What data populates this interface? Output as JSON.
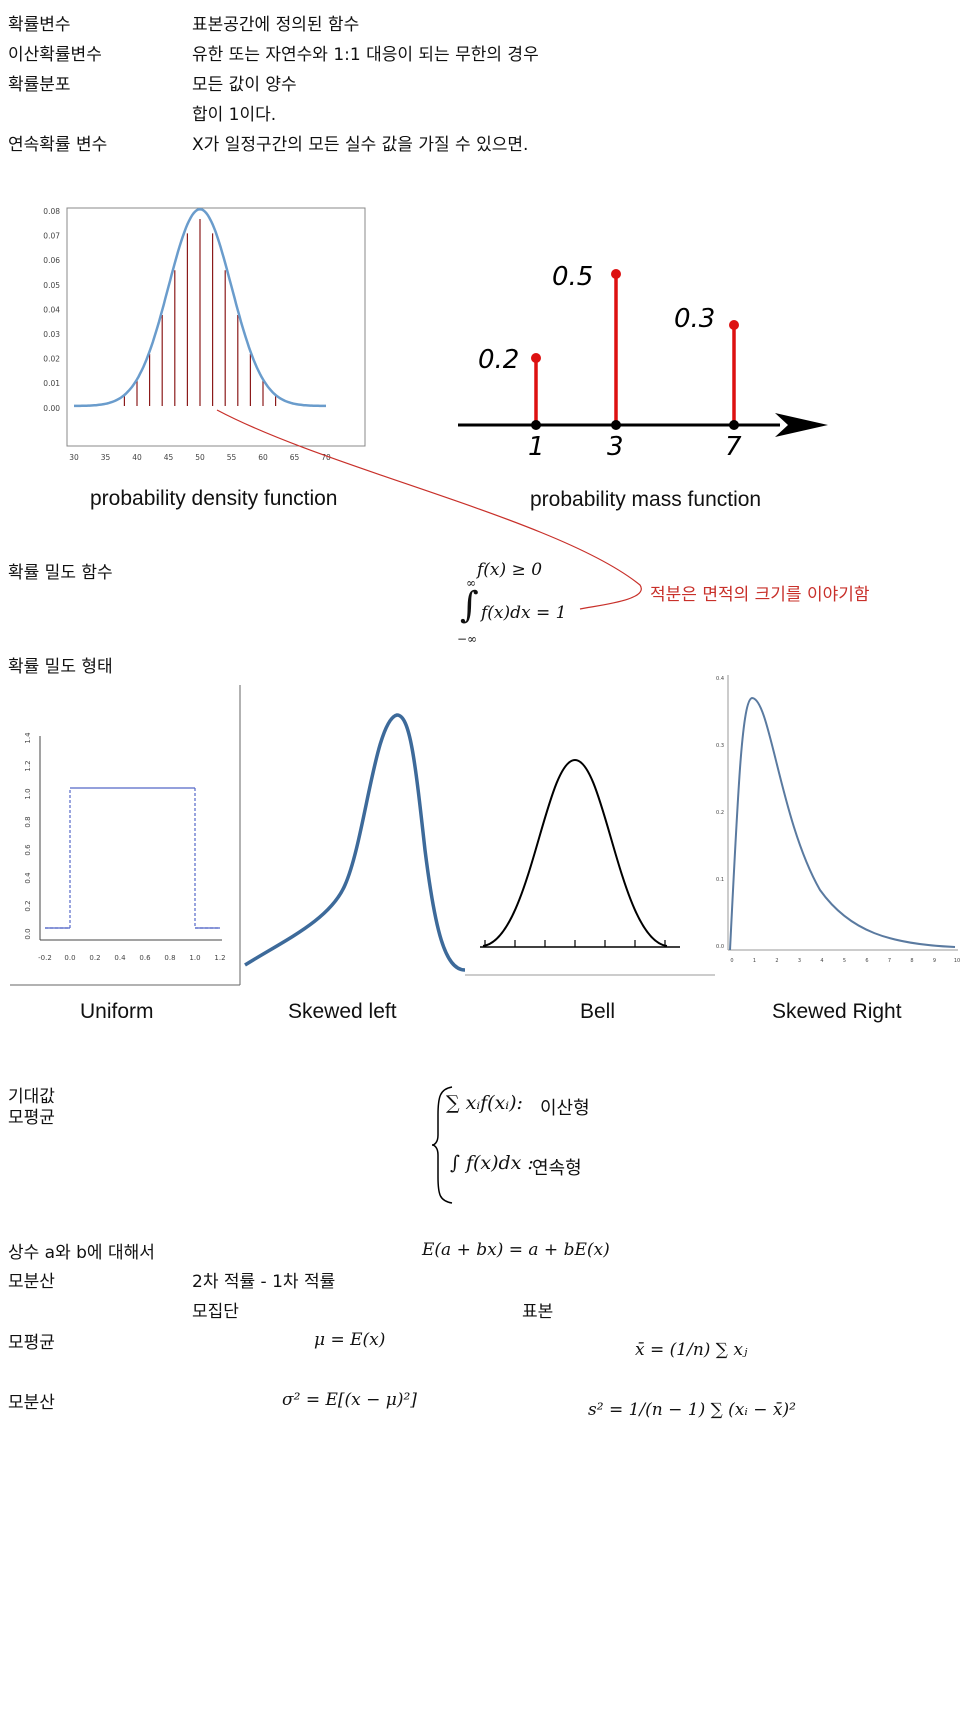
{
  "definitions": [
    {
      "term": "확률변수",
      "desc": "표본공간에 정의된 함수"
    },
    {
      "term": "이산확률변수",
      "desc": "유한 또는 자연수와 1:1 대응이 되는 무한의 경우"
    },
    {
      "term": "확률분포",
      "desc": "모든 값이 양수"
    },
    {
      "term": "",
      "desc": "합이 1이다."
    },
    {
      "term": "연속확률 변수",
      "desc": "X가 일정구간의 모든 실수 값을 가질 수 있으면."
    }
  ],
  "pdf_figure": {
    "caption": "probability density function",
    "y_ticks": [
      "0.08",
      "0.07",
      "0.06",
      "0.05",
      "0.04",
      "0.03",
      "0.02",
      "0.01",
      "0.00"
    ],
    "x_ticks": [
      "30",
      "35",
      "40",
      "45",
      "50",
      "55",
      "60",
      "65",
      "70"
    ]
  },
  "pmf_figure": {
    "caption": "probability mass function",
    "points": [
      {
        "x": "1",
        "p": "0.2"
      },
      {
        "x": "3",
        "p": "0.5"
      },
      {
        "x": "7",
        "p": "0.3"
      }
    ]
  },
  "density_section": {
    "label": "확률 밀도 함수",
    "cond1": "f(x) ≥ 0",
    "integral_upper": "∞",
    "integral_lower": "−∞",
    "cond2": "f(x)dx = 1",
    "annotation": "적분은 면적의 크기를 이야기함"
  },
  "shapes_section": {
    "label": "확률 밀도 형태",
    "captions": [
      "Uniform",
      "Skewed left",
      "Bell",
      "Skewed Right"
    ],
    "uniform_y_ticks": [
      "1.4",
      "1.2",
      "1.0",
      "0.8",
      "0.6",
      "0.4",
      "0.2",
      "0.0"
    ],
    "uniform_x_ticks": [
      "-0.2",
      "0.0",
      "0.2",
      "0.4",
      "0.6",
      "0.8",
      "1.0",
      "1.2"
    ],
    "skewed_right_y_ticks": [
      "0.4",
      "0.3",
      "0.2",
      "0.1",
      "0.0"
    ],
    "skewed_right_x_ticks": [
      "0",
      "1",
      "2",
      "3",
      "4",
      "5",
      "6",
      "7",
      "8",
      "9",
      "10"
    ]
  },
  "expectation": {
    "label1": "기대값",
    "label2": "모평균",
    "discrete": "∑ xᵢf(xᵢ):",
    "discrete_label": "이산형",
    "continuous": "∫ f(x)dx :",
    "continuous_label": "연속형"
  },
  "constants": {
    "label": "상수 a와 b에 대해서",
    "formula": "E(a + bx) = a + bE(x)"
  },
  "variance_note": {
    "label": "모분산",
    "desc": "2차 적률 - 1차 적률"
  },
  "table": {
    "col_population": "모집단",
    "col_sample": "표본",
    "rows": [
      {
        "label": "모평균",
        "population": "μ = E(x)",
        "sample": "x̄ = (1/n) ∑ xⱼ"
      },
      {
        "label": "모분산",
        "population": "σ² = E[(x − μ)²]",
        "sample": "s² = 1/(n − 1) ∑ (xᵢ − x̄)²"
      }
    ]
  }
}
